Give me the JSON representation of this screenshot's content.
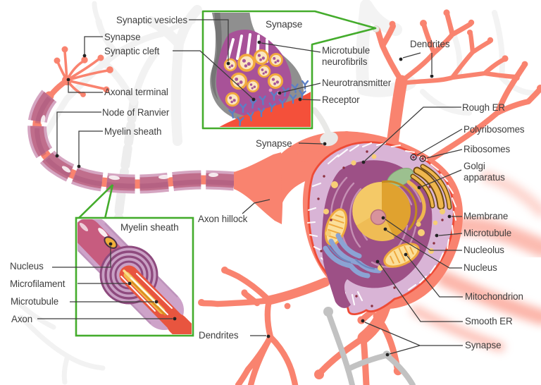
{
  "figure": {
    "type": "anatomy-diagram",
    "subject": "Neuron anatomy with synapse and myelin sheath insets"
  },
  "labels": {
    "synaptic_vesicles": "Synaptic vesicles",
    "synapse_axonal": "Synapse",
    "synaptic_cleft": "Synaptic cleft",
    "axonal_terminal": "Axonal terminal",
    "node_of_ranvier": "Node of Ranvier",
    "myelin_sheath": "Myelin sheath",
    "dendrites_top": "Dendrites",
    "synapse_soma": "Synapse",
    "axon_hillock": "Axon hillock",
    "rough_er": "Rough ER",
    "polyribosomes": "Polyribosomes",
    "ribosomes": "Ribosomes",
    "golgi_apparatus": "Golgi apparatus",
    "membrane": "Membrane",
    "microtubule": "Microtubule",
    "nucleolus": "Nucleolus",
    "nucleus": "Nucleus",
    "mitochondrion": "Mitochondrion",
    "smooth_er": "Smooth ER",
    "synapse_dendritic": "Synapse",
    "dendrites_bottom": "Dendrites"
  },
  "synapse_inset": {
    "title": "Synapse",
    "microtubule_neurofibrils": "Microtubule neurofibrils",
    "neurotransmitter": "Neurotransmitter",
    "receptor": "Receptor"
  },
  "myelin_inset": {
    "title": "Myelin sheath",
    "nucleus": "Nucleus",
    "microfilament": "Microfilament",
    "microtubule": "Microtubule",
    "axon": "Axon"
  },
  "colors": {
    "neuron_salmon": "#F9836F",
    "myelin_inner": "#C06E8C",
    "myelin_outer": "#D5A5C1",
    "soma_cytoplasm": "#D9B4D6",
    "soma_membrane": "#EE4B36",
    "nuclear_region": "#9D5086",
    "nucleus_gold": "#E0A22F",
    "golgi_yellow": "#EFB64E",
    "smooth_er_blue": "#8BA3D4",
    "receptor_blue": "#5C7FC5",
    "inset_border_green": "#44AC2C",
    "gray_neuron": "#C2C2C2",
    "label_text": "#3E3E3E",
    "background_silhouette": "#F2F2F2"
  }
}
